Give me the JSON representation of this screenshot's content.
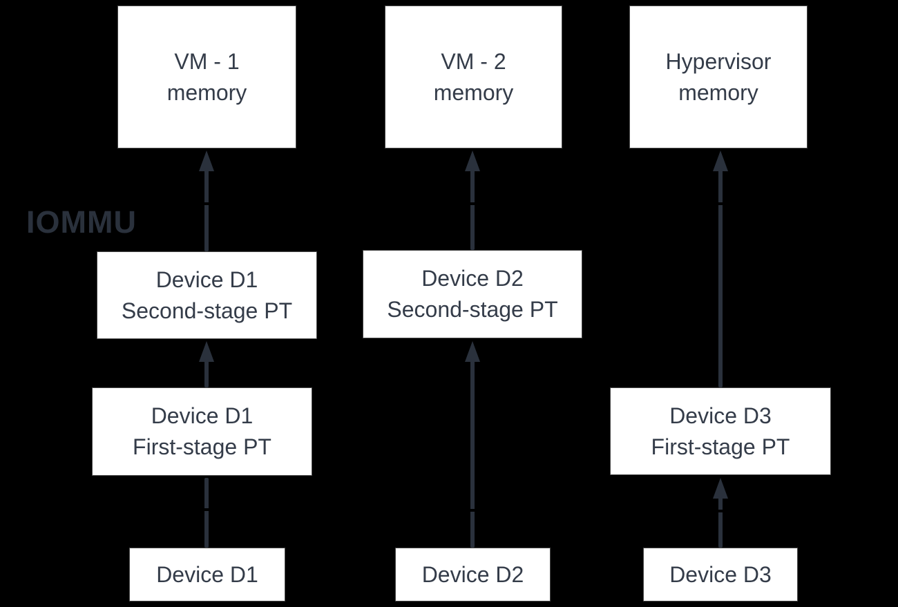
{
  "diagram": {
    "iommu_label": "IOMMU",
    "colors": {
      "background": "#000000",
      "box_fill": "#ffffff",
      "box_border": "#4a4a4a",
      "text": "#343c49",
      "line": "#2a313c"
    },
    "nodes": {
      "vm1_memory": {
        "line1": "VM - 1",
        "line2": "memory"
      },
      "vm2_memory": {
        "line1": "VM - 2",
        "line2": "memory"
      },
      "hypervisor_memory": {
        "line1": "Hypervisor",
        "line2": "memory"
      },
      "d1_second_stage": {
        "line1": "Device D1",
        "line2": "Second-stage PT"
      },
      "d2_second_stage": {
        "line1": "Device D2",
        "line2": "Second-stage PT"
      },
      "d1_first_stage": {
        "line1": "Device D1",
        "line2": "First-stage PT"
      },
      "d3_first_stage": {
        "line1": "Device D3",
        "line2": "First-stage PT"
      },
      "device_d1": {
        "line1": "Device D1"
      },
      "device_d2": {
        "line1": "Device D2"
      },
      "device_d3": {
        "line1": "Device D3"
      }
    }
  }
}
